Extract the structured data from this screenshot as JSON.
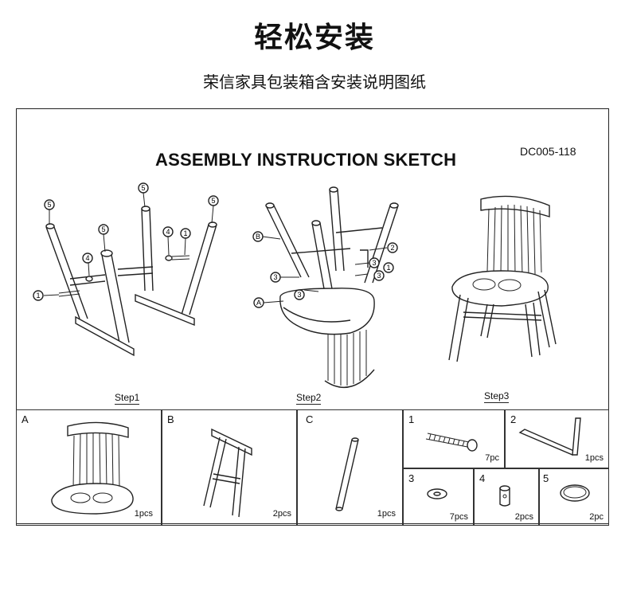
{
  "header": {
    "title": "轻松安装",
    "subtitle": "荣信家具包装箱含安装说明图纸"
  },
  "sheet": {
    "title": "ASSEMBLY INSTRUCTION SKETCH",
    "model": "DC005-118",
    "steps": [
      "Step1",
      "Step2",
      "Step3"
    ],
    "callouts": {
      "step1": [
        "5",
        "5",
        "5",
        "5",
        "4",
        "4",
        "1",
        "1"
      ],
      "step2": [
        "B",
        "2",
        "3",
        "3",
        "3",
        "3",
        "A",
        "1"
      ]
    }
  },
  "parts": [
    {
      "label": "A",
      "qty": "1pcs",
      "icon": "seat-back-icon"
    },
    {
      "label": "B",
      "qty": "2pcs",
      "icon": "leg-frame-icon"
    },
    {
      "label": "C",
      "qty": "1pcs",
      "icon": "stretcher-rod-icon"
    },
    {
      "label": "1",
      "qty": "7pc",
      "icon": "bolt-icon"
    },
    {
      "label": "2",
      "qty": "1pcs",
      "icon": "allen-key-icon"
    },
    {
      "label": "3",
      "qty": "7pcs",
      "icon": "washer-icon"
    },
    {
      "label": "4",
      "qty": "2pcs",
      "icon": "barrel-nut-icon"
    },
    {
      "label": "5",
      "qty": "2pc",
      "icon": "floor-pad-icon"
    }
  ]
}
